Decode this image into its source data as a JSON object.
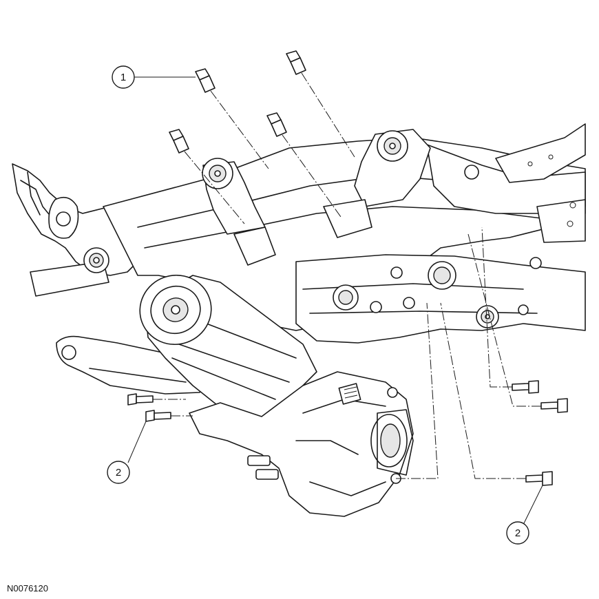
{
  "figure": {
    "reference_code": "N0076120"
  },
  "callouts": [
    {
      "id": "callout-1",
      "label": "1"
    },
    {
      "id": "callout-2-left",
      "label": "2"
    },
    {
      "id": "callout-2-right",
      "label": "2"
    }
  ],
  "components": [
    "subframe",
    "rear-drive-unit",
    "bracket-bolts",
    "mounting-bolts"
  ]
}
